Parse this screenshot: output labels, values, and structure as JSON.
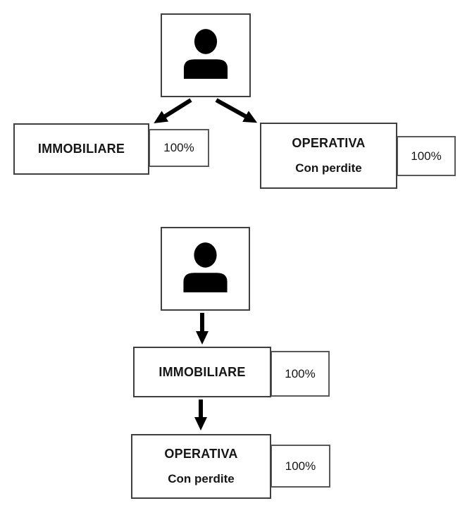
{
  "colors": {
    "background": "#ffffff",
    "box_border": "#3f3f3f",
    "pct_border": "#595959",
    "arrow": "#000000",
    "icon": "#000000",
    "text": "#161616"
  },
  "icons": {
    "holder": "person-icon"
  },
  "top_diagram": {
    "structure": "horizontal-sister-companies",
    "left_box": {
      "label": "IMMOBILIARE",
      "pct": "100%"
    },
    "right_box": {
      "label": "OPERATIVA",
      "subtitle": "Con perdite",
      "pct": "100%"
    }
  },
  "bottom_diagram": {
    "structure": "vertical-chain",
    "mid_box": {
      "label": "IMMOBILIARE",
      "pct": "100%"
    },
    "end_box": {
      "label": "OPERATIVA",
      "subtitle": "Con perdite",
      "pct": "100%"
    }
  }
}
